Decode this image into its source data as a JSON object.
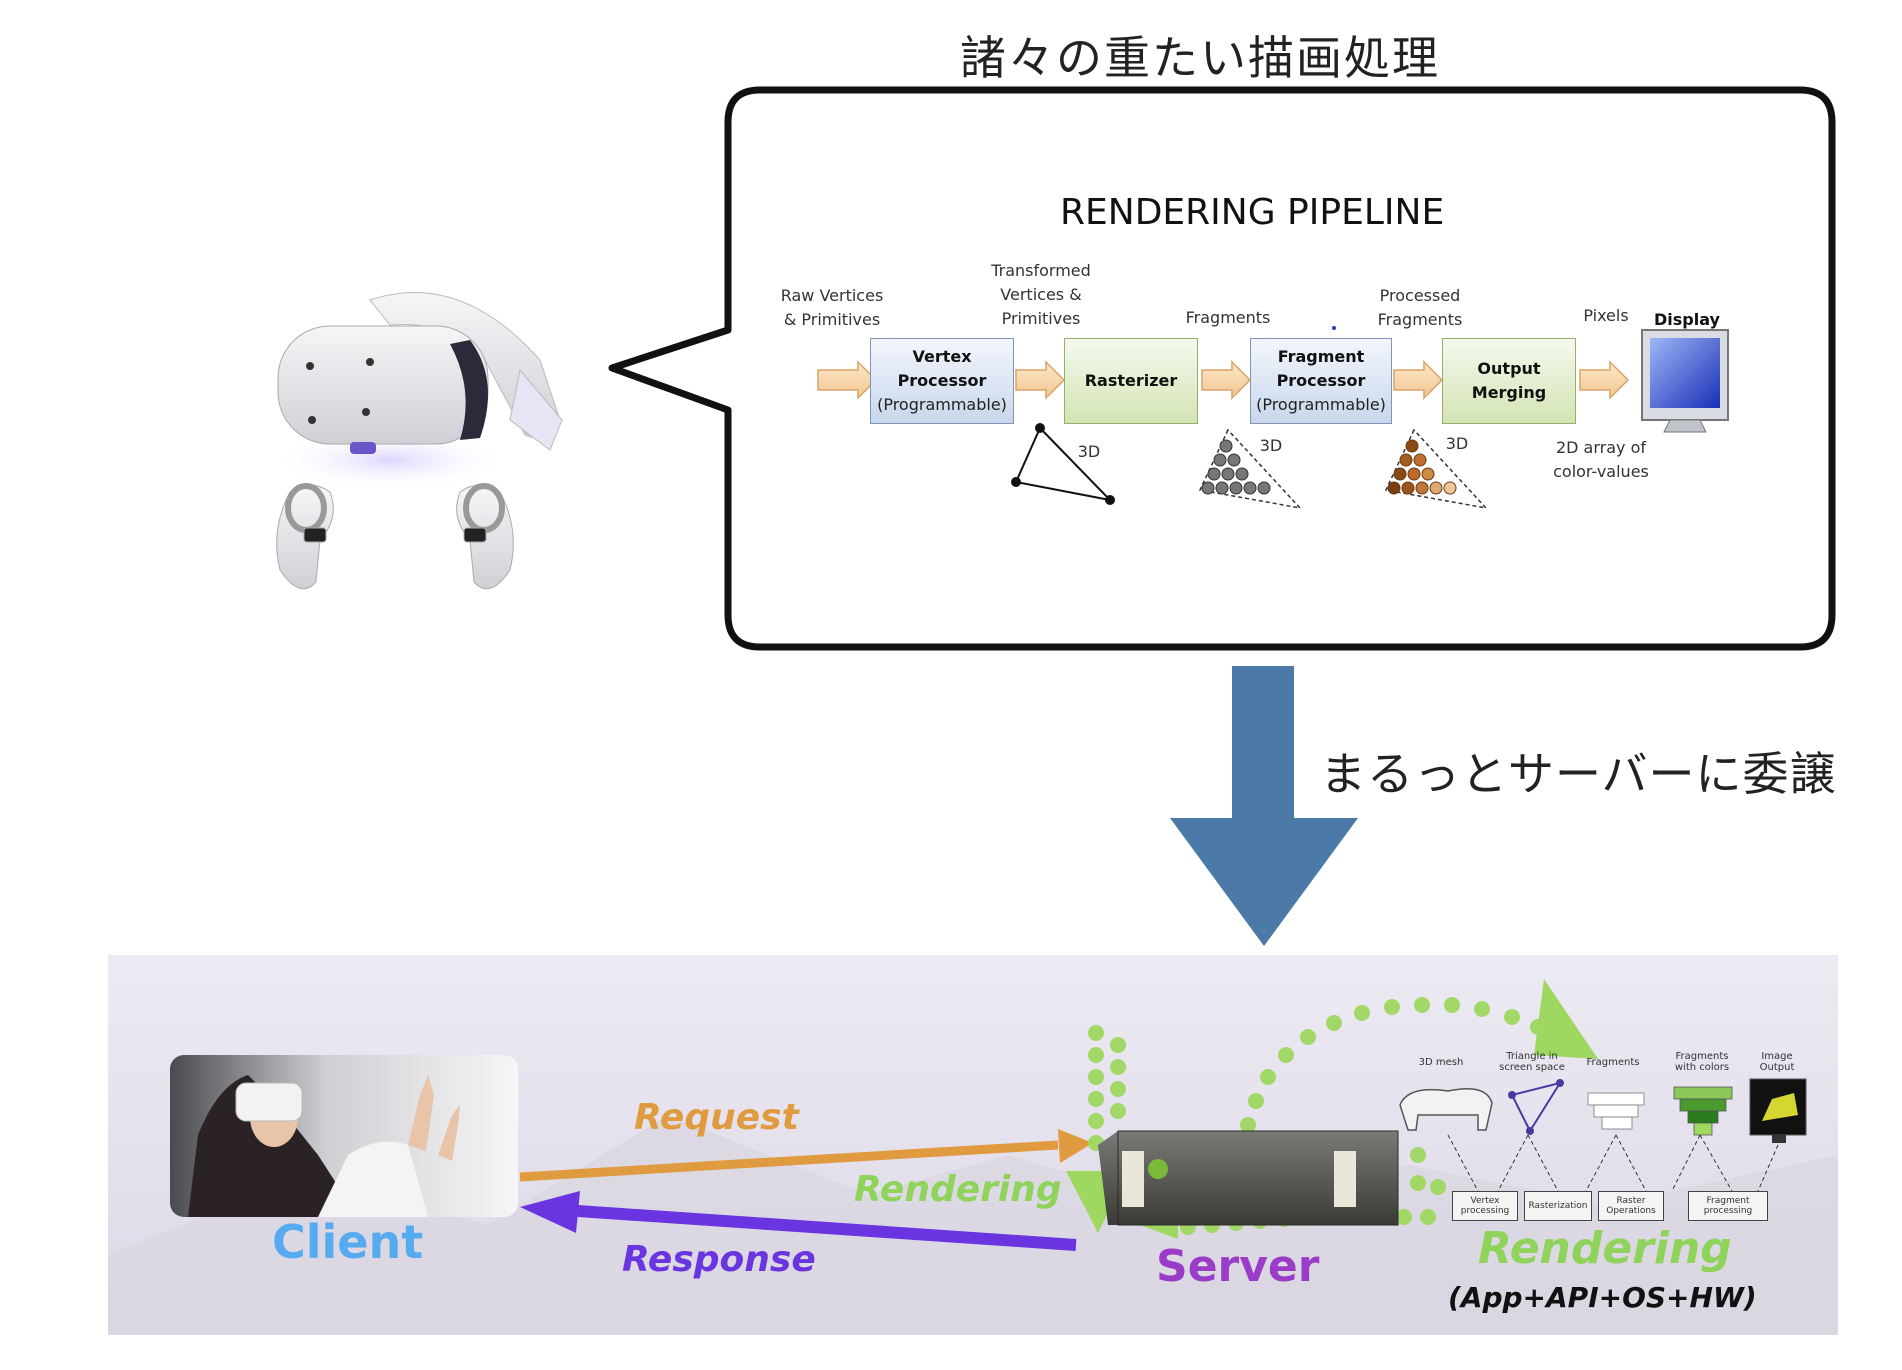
{
  "heading": "諸々の重たい描画処理",
  "pipeline": {
    "title": "RENDERING PIPELINE",
    "labels": {
      "raw": [
        "Raw Vertices",
        "& Primitives"
      ],
      "transformed": [
        "Transformed",
        "Vertices &",
        "Primitives"
      ],
      "fragments": "Fragments",
      "processed": [
        "Processed",
        "Fragments"
      ],
      "pixels": "Pixels",
      "display": "Display",
      "array": [
        "2D array of",
        "color-values"
      ],
      "d3": "3D"
    },
    "stages": [
      {
        "title": [
          "Vertex",
          "Processor"
        ],
        "sub": "(Programmable)"
      },
      {
        "title": [
          "Rasterizer"
        ],
        "sub": ""
      },
      {
        "title": [
          "Fragment",
          "Processor"
        ],
        "sub": "(Programmable)"
      },
      {
        "title": [
          "Output",
          "Merging"
        ],
        "sub": ""
      }
    ]
  },
  "delegate_text": "まるっとサーバーに委譲",
  "banner": {
    "client": "Client",
    "request": "Request",
    "rendering_arrow": "Rendering",
    "response": "Response",
    "server": "Server",
    "rendering": "Rendering",
    "stack": "(App+API+OS+HW)",
    "mini": {
      "top": [
        "3D mesh",
        "Triangle in screen space",
        "Fragments",
        "Fragments with colors",
        "Image Output"
      ],
      "boxes": [
        "Vertex processing",
        "Rasterization",
        "Raster Operations",
        "Fragment processing"
      ]
    }
  },
  "colors": {
    "bubble_border": "#111111",
    "stage_blue": "#c9d7ec",
    "stage_green": "#d3e4b4",
    "arrow_blue": "#4b7aa8",
    "client": "#55aaf0",
    "request": "#e09a40",
    "rendering": "#8fd35a",
    "response": "#6a35e0",
    "server": "#9a3cc8"
  }
}
